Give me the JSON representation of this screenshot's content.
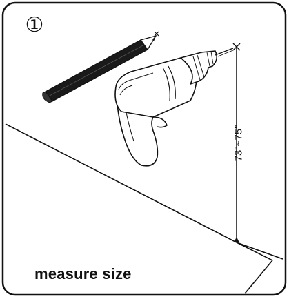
{
  "step": {
    "number": "①"
  },
  "measurement": {
    "label": "73\"~75\""
  },
  "caption": {
    "text": "measure size"
  },
  "icons": [
    "pencil-icon",
    "drill-icon",
    "mark-point-icon"
  ],
  "colors": {
    "ink": "#111111",
    "paper": "#ffffff"
  }
}
